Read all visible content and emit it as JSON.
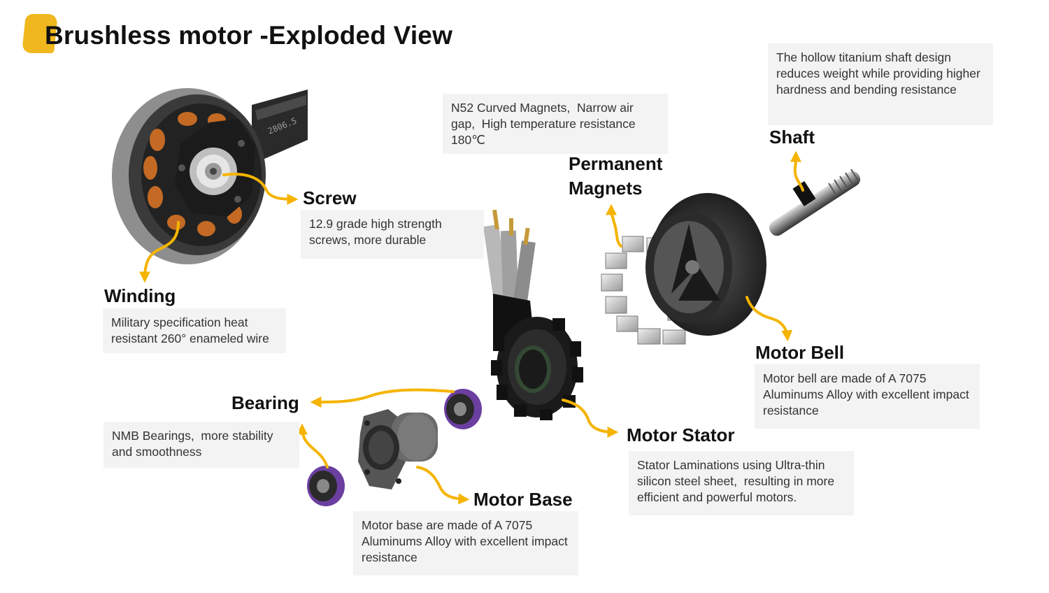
{
  "title": "Brushless motor -Exploded View",
  "accent_color": "#f0b81e",
  "parts": {
    "screw": {
      "label": "Screw",
      "desc": "12.9 grade high strength screws, more durable"
    },
    "winding": {
      "label": "Winding",
      "desc": "Military specification heat resistant 260° enameled wire"
    },
    "magnets": {
      "label_line1": "Permanent",
      "label_line2": "Magnets",
      "desc": "N52 Curved Magnets,  Narrow air gap,  High temperature resistance 180℃"
    },
    "shaft": {
      "label": "Shaft",
      "desc": "The hollow titanium shaft design reduces weight while providing higher hardness and bending resistance"
    },
    "bell": {
      "label": "Motor Bell",
      "desc": "Motor bell are made of A 7075 Aluminums Alloy with excellent impact resistance"
    },
    "bearing": {
      "label": "Bearing",
      "desc": "NMB Bearings,  more stability and smoothness"
    },
    "stator": {
      "label": "Motor Stator",
      "desc": "Stator Laminations using Ultra-thin silicon steel sheet,  resulting in more efficient and powerful motors."
    },
    "base": {
      "label": "Motor Base",
      "desc": "Motor base are made of A 7075 Aluminums Alloy with excellent impact resistance"
    }
  },
  "motor_print": "2806.5"
}
